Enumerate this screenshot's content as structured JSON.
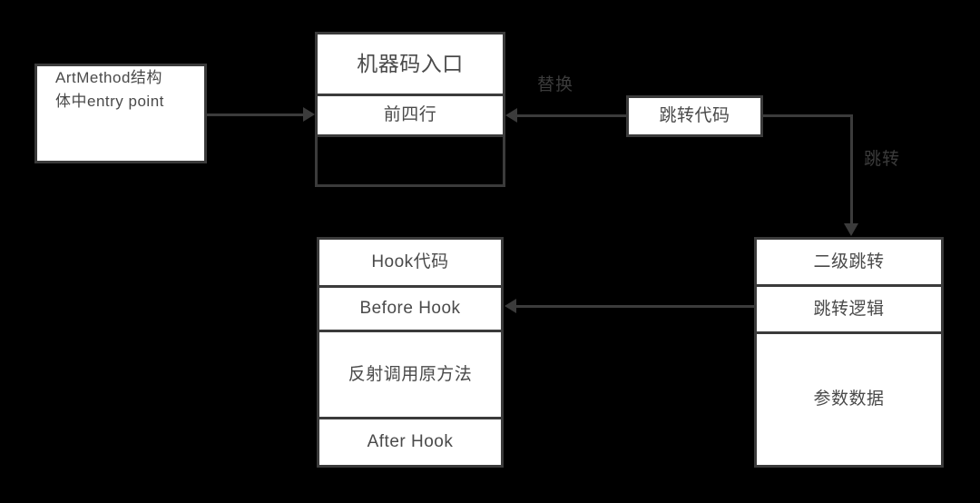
{
  "diagram": {
    "title": "ART Hook flow diagram",
    "background_color": "#000000",
    "box_fill_color": "#ffffff",
    "box_border_color": "#3b3b3b",
    "text_color": "#4a4a4a",
    "edge_color": "#3b3b3b"
  },
  "nodes": {
    "artmethod": {
      "rows": [
        {
          "label": "ArtMethod结构\n体中entry point"
        }
      ]
    },
    "machine_code": {
      "rows": [
        {
          "label": "机器码入口"
        },
        {
          "label": "前四行"
        },
        {
          "label": ""
        }
      ]
    },
    "jump_code": {
      "rows": [
        {
          "label": "跳转代码"
        }
      ]
    },
    "second_jump": {
      "rows": [
        {
          "label": "二级跳转"
        },
        {
          "label": "跳转逻辑"
        },
        {
          "label": "参数数据"
        }
      ]
    },
    "hook_code": {
      "rows": [
        {
          "label": "Hook代码"
        },
        {
          "label": "Before Hook"
        },
        {
          "label": "反射调用原方法"
        },
        {
          "label": "After Hook"
        }
      ]
    }
  },
  "edges": {
    "artmethod_to_machinecode": {
      "label": ""
    },
    "jumpcode_to_machinecode": {
      "label": "替换"
    },
    "jumpcode_to_secondjump": {
      "label": "跳转"
    },
    "secondjump_to_hookcode": {
      "label": ""
    }
  }
}
